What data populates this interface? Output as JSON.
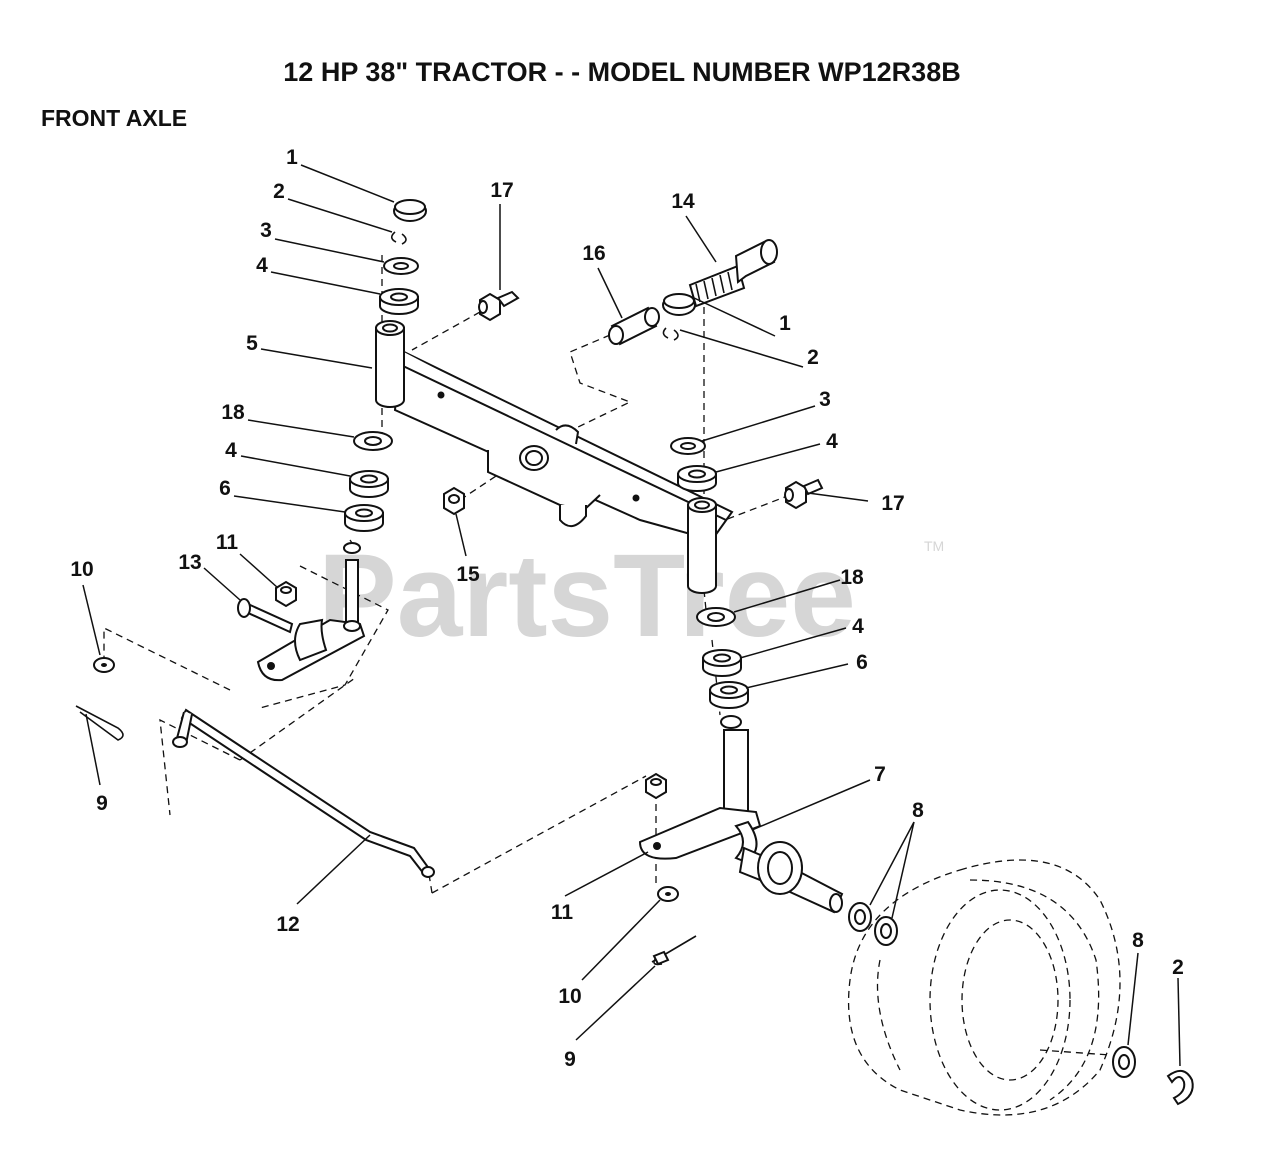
{
  "title": "12 HP 38\" TRACTOR - - MODEL NUMBER WP12R38B",
  "section": "FRONT AXLE",
  "watermark": {
    "text": "PartsTree",
    "trademark": "TM"
  },
  "callouts": {
    "c1a": "1",
    "c2a": "2",
    "c3a": "3",
    "c4a": "4",
    "c5": "5",
    "c18a": "18",
    "c4b": "4",
    "c6a": "6",
    "c10a": "10",
    "c13": "13",
    "c11a": "11",
    "c9a": "9",
    "c12": "12",
    "c17a": "17",
    "c16": "16",
    "c14": "14",
    "c15": "15",
    "c1b": "1",
    "c2b": "2",
    "c3b": "3",
    "c4c": "4",
    "c17b": "17",
    "c18b": "18",
    "c4d": "4",
    "c6b": "6",
    "c7": "7",
    "c8a": "8",
    "c11b": "11",
    "c10b": "10",
    "c9b": "9",
    "c8b": "8",
    "c2c": "2"
  }
}
